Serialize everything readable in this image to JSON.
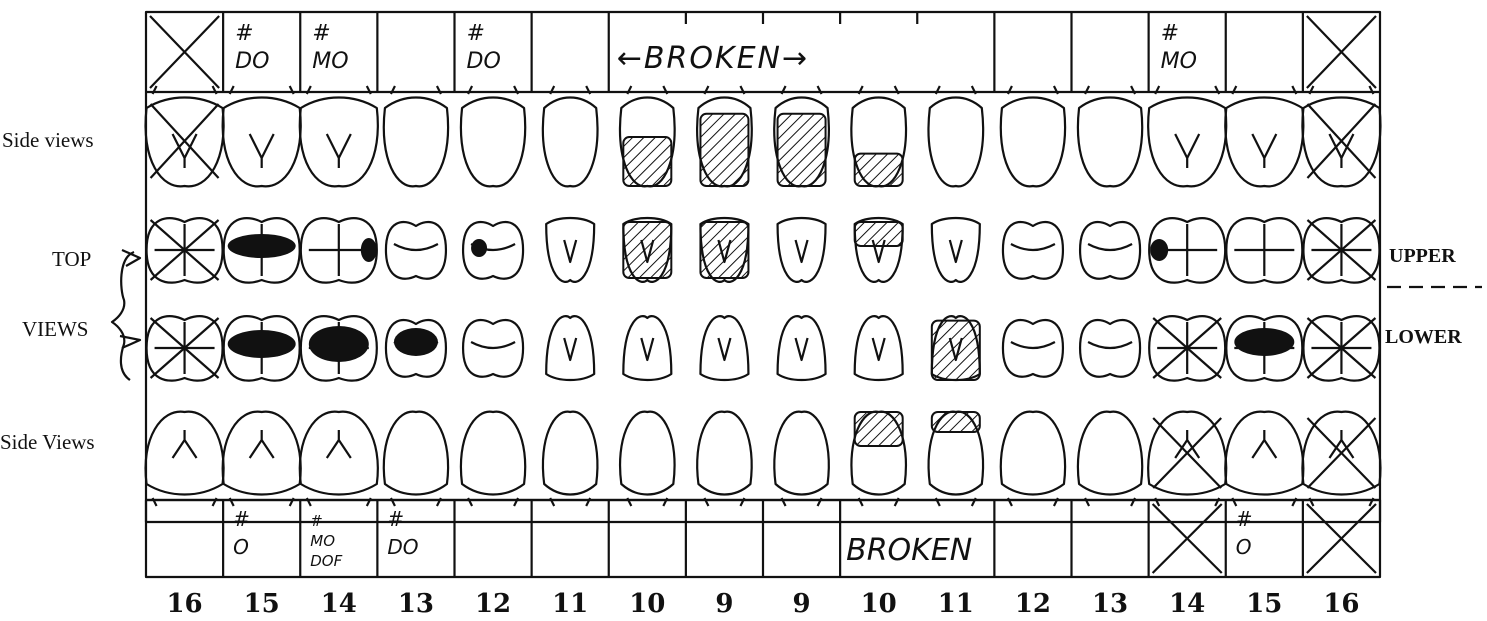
{
  "labels": {
    "side_views_upper": "Side views",
    "top": "TOP",
    "views": "VIEWS",
    "side_views_lower": "Side Views",
    "upper": "UPPER",
    "lower": "LOWER"
  },
  "tooth_numbers": [
    "16",
    "15",
    "14",
    "13",
    "12",
    "11",
    "10",
    "9",
    "9",
    "10",
    "11",
    "12",
    "13",
    "14",
    "15",
    "16"
  ],
  "upper_boxes": [
    {
      "mark": "X"
    },
    {
      "l1": "#",
      "l2": "DO"
    },
    {
      "l1": "#",
      "l2": "MO"
    },
    {},
    {
      "l1": "#",
      "l2": "DO"
    },
    {},
    {},
    {},
    {},
    {},
    {},
    {},
    {},
    {
      "l1": "#",
      "l2": "MO"
    },
    {},
    {
      "mark": "X"
    }
  ],
  "upper_span_note": "←BROKEN→",
  "lower_boxes": [
    {},
    {
      "l1": "#",
      "l2": "O"
    },
    {
      "l1": "#",
      "l2": "MO",
      "l3": "DOF"
    },
    {
      "l1": "#",
      "l2": "DO"
    },
    {},
    {},
    {},
    {},
    {},
    {},
    {},
    {},
    {},
    {
      "mark": "X"
    },
    {
      "l1": "#",
      "l2": "O"
    },
    {
      "mark": "X"
    }
  ],
  "lower_span_note": "BROKEN",
  "colors": {
    "ink": "#111111",
    "background": "#ffffff"
  }
}
